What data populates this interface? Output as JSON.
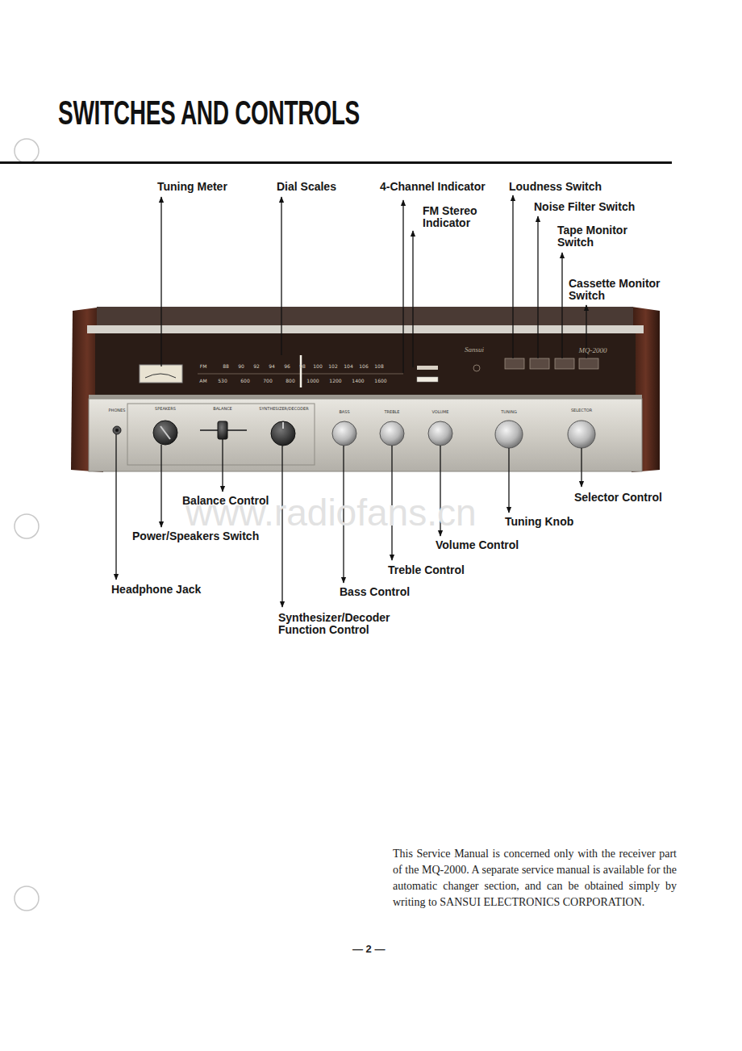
{
  "diagram": {
    "title": "SWITCHES AND CONTROLS",
    "labels": [
      "Tuning Meter",
      "Dial Scales",
      "4-Channel Indicator",
      "FM Stereo Indicator",
      "Loudness Switch",
      "Noise Filter Switch",
      "Tape Monitor Switch",
      "Cassette Monitor Switch",
      "Balance Control",
      "Power/Speakers Switch",
      "Headphone Jack",
      "Synthesizer/Decoder Function Control",
      "Bass Control",
      "Treble Control",
      "Volume Control",
      "Tuning Knob",
      "Selector Control",
      "PHONES",
      "SPEAKERS",
      "BALANCE",
      "SYNTHESIZER/DECODER",
      "BASS",
      "TREBLE",
      "VOLUME",
      "TUNING",
      "SELECTOR",
      "Sansui",
      "MQ-2000",
      "FM",
      "88",
      "90",
      "92",
      "94",
      "96",
      "98",
      "100",
      "102",
      "104",
      "106",
      "108",
      "AM",
      "530",
      "600",
      "700",
      "800",
      "1000",
      "1200",
      "1400",
      "1600",
      "www.radiofans.cn",
      "This Service Manual is concerned only with the receiver part of the MQ-2000. A separate service manual is available for the automatic changer section, and can be obtained simply by writing to SANSUI ELECTRONICS CORPORATION.",
      "— 2 —"
    ]
  }
}
